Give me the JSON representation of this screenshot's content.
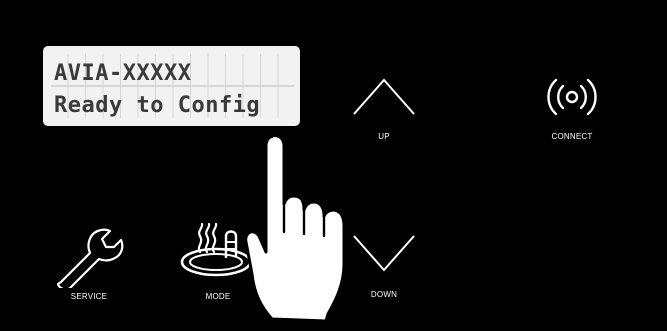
{
  "display": {
    "line1": "AVIA-XXXXX",
    "line2": "Ready to Config"
  },
  "buttons": {
    "up": {
      "label": "UP",
      "icon": "chevron-up-icon"
    },
    "down": {
      "label": "DOWN",
      "icon": "chevron-down-icon"
    },
    "connect": {
      "label": "CONNECT",
      "icon": "wireless-signal-icon"
    },
    "service": {
      "label": "SERVICE",
      "icon": "wrench-icon"
    },
    "mode": {
      "label": "MODE",
      "icon": "hot-tub-icon"
    }
  },
  "overlay": {
    "icon": "pointing-hand-icon"
  },
  "colors": {
    "background": "#000000",
    "lcd_background": "#f2f2f2",
    "lcd_text": "#3a3a3a",
    "foreground": "#ffffff"
  }
}
